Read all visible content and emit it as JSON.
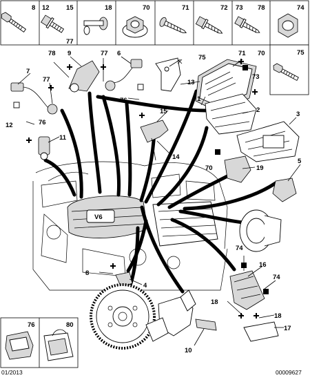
{
  "hardware_panel": {
    "cells": [
      {
        "id": "8",
        "items": [
          "8"
        ],
        "icon": "bolt-icon"
      },
      {
        "id": "12",
        "items": [
          "12",
          "15"
        ],
        "sub": "77",
        "icon": "bolt-icon"
      },
      {
        "id": "18",
        "items": [
          "18"
        ],
        "icon": "stud-icon"
      },
      {
        "id": "70",
        "items": [
          "70"
        ],
        "icon": "flange-nut-icon"
      },
      {
        "id": "71",
        "items": [
          "71"
        ],
        "icon": "screw-icon"
      },
      {
        "id": "72",
        "items": [
          "72"
        ],
        "icon": "screw-icon"
      },
      {
        "id": "73",
        "items": [
          "73",
          "78"
        ],
        "icon": "screw-icon"
      },
      {
        "id": "74",
        "items": [
          "74"
        ],
        "icon": "hex-nut-icon"
      }
    ],
    "side_cell": {
      "label": "75",
      "icon": "bolt-icon"
    }
  },
  "clips_panel": {
    "labels": [
      "76",
      "80"
    ],
    "icons": [
      "clip-icon",
      "clip-icon"
    ]
  },
  "callouts": [
    "1",
    "2",
    "3",
    "4",
    "5",
    "6",
    "7",
    "8",
    "9",
    "10",
    "11",
    "12",
    "13",
    "14",
    "15",
    "16",
    "17",
    "18",
    "19",
    "70",
    "71",
    "72",
    "73",
    "74",
    "75",
    "76",
    "77",
    "78"
  ],
  "footer": {
    "date": "01/2013",
    "ref": "00009627"
  },
  "engine_badge": "V6"
}
